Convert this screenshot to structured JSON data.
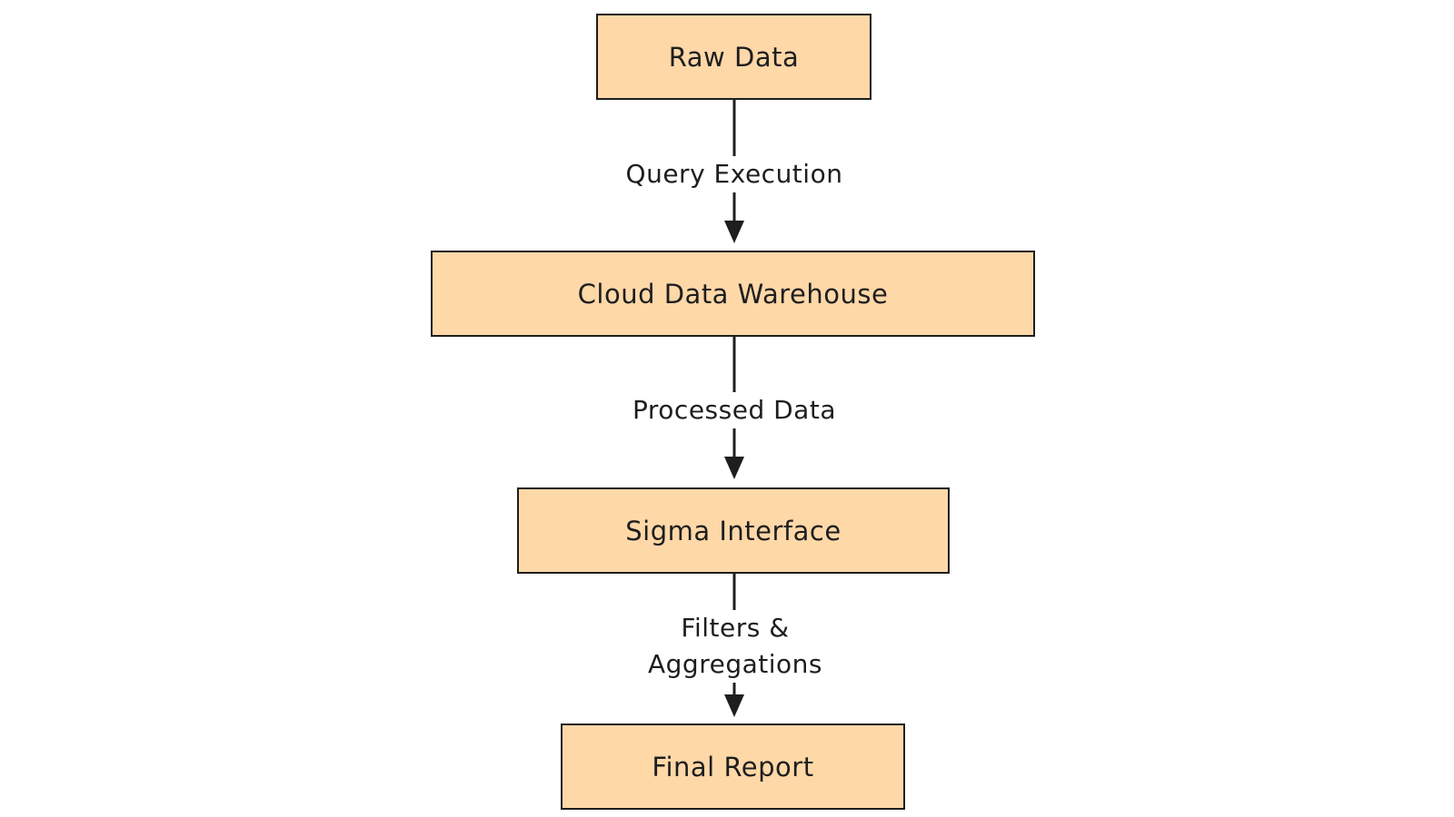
{
  "diagram": {
    "nodes": [
      {
        "id": "raw-data",
        "label": "Raw Data"
      },
      {
        "id": "cloud-data-warehouse",
        "label": "Cloud Data Warehouse"
      },
      {
        "id": "sigma-interface",
        "label": "Sigma Interface"
      },
      {
        "id": "final-report",
        "label": "Final Report"
      }
    ],
    "edges": [
      {
        "from": "raw-data",
        "to": "cloud-data-warehouse",
        "label": "Query Execution"
      },
      {
        "from": "cloud-data-warehouse",
        "to": "sigma-interface",
        "label": "Processed Data"
      },
      {
        "from": "sigma-interface",
        "to": "final-report",
        "label_line1": "Filters &",
        "label_line2": "Aggregations"
      }
    ],
    "colors": {
      "node_fill": "#ffd8a8",
      "stroke": "#1e1e1e",
      "background": "#ffffff"
    }
  }
}
